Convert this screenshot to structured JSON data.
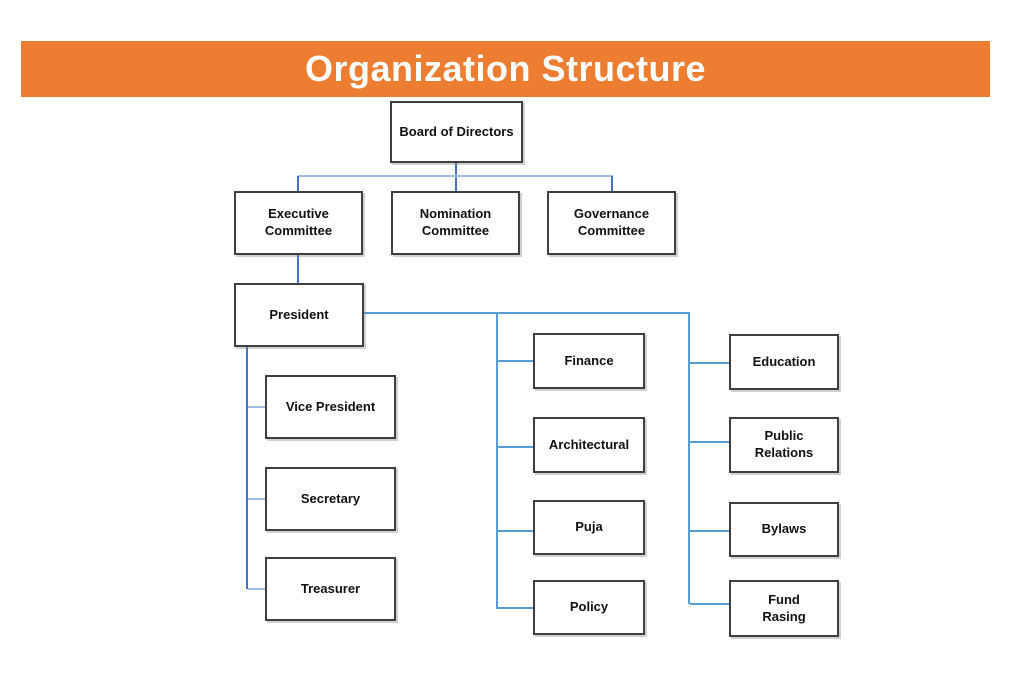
{
  "slide": {
    "title": "Organization Structure"
  },
  "colors": {
    "banner": "#ED7D31",
    "title_text": "#FFFFFF",
    "box_border": "#3F3F3F",
    "box_text": "#111111",
    "connector_primary": "#4472C4",
    "connector_primary_light": "#A3BCE2",
    "connector_secondary": "#5B9BD5"
  },
  "org": {
    "nodes": [
      {
        "id": "board",
        "label": "Board of Directors"
      },
      {
        "id": "executive",
        "label": "Executive\nCommittee"
      },
      {
        "id": "nomination",
        "label": "Nomination\nCommittee"
      },
      {
        "id": "governance",
        "label": "Governance\nCommittee"
      },
      {
        "id": "president",
        "label": "President"
      },
      {
        "id": "vice-president",
        "label": "Vice President"
      },
      {
        "id": "secretary",
        "label": "Secretary"
      },
      {
        "id": "treasurer",
        "label": "Treasurer"
      },
      {
        "id": "finance",
        "label": "Finance"
      },
      {
        "id": "architectural",
        "label": "Architectural"
      },
      {
        "id": "puja",
        "label": "Puja"
      },
      {
        "id": "policy",
        "label": "Policy"
      },
      {
        "id": "education",
        "label": "Education"
      },
      {
        "id": "public-relations",
        "label": "Public\nRelations"
      },
      {
        "id": "bylaws",
        "label": "Bylaws"
      },
      {
        "id": "fund-raising",
        "label": "Fund\nRasing"
      }
    ]
  }
}
